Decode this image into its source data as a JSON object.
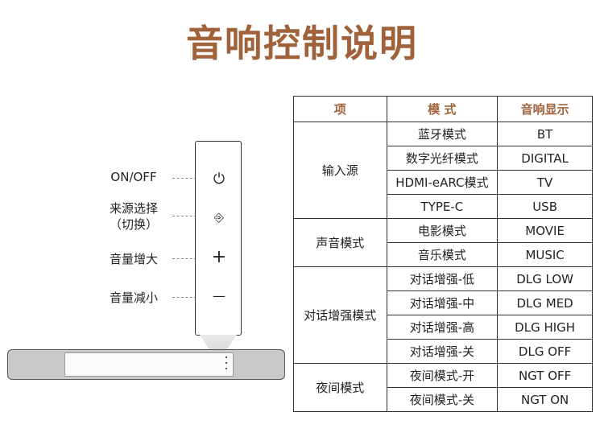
{
  "title": "音响控制说明",
  "colors": {
    "accent": "#a0623a"
  },
  "remote": {
    "buttons": [
      {
        "label": "ON/OFF",
        "icon": "power-icon",
        "glyph": "⏻"
      },
      {
        "label_line1": "来源选择",
        "label_line2": "（切换）",
        "icon": "source-icon",
        "glyph": "⎆"
      },
      {
        "label": "音量增大",
        "icon": "plus-icon",
        "glyph": "+"
      },
      {
        "label": "音量减小",
        "icon": "minus-icon",
        "glyph": "—"
      }
    ]
  },
  "table": {
    "headers": [
      "项",
      "模 式",
      "音响显示"
    ],
    "groups": [
      {
        "item": "输入源",
        "rows": [
          [
            "蓝牙模式",
            "BT"
          ],
          [
            "数字光纤模式",
            "DIGITAL"
          ],
          [
            "HDMI-eARC模式",
            "TV"
          ],
          [
            "TYPE-C",
            "USB"
          ]
        ]
      },
      {
        "item": "声音模式",
        "rows": [
          [
            "电影模式",
            "MOVIE"
          ],
          [
            "音乐模式",
            "MUSIC"
          ]
        ]
      },
      {
        "item": "对话增强模式",
        "rows": [
          [
            "对话增强-低",
            "DLG LOW"
          ],
          [
            "对话增强-中",
            "DLG MED"
          ],
          [
            "对话增强-高",
            "DLG HIGH"
          ],
          [
            "对话增强-关",
            "DLG OFF"
          ]
        ]
      },
      {
        "item": "夜间模式",
        "rows": [
          [
            "夜间模式-开",
            "NGT OFF"
          ],
          [
            "夜间模式-关",
            "NGT ON"
          ]
        ]
      }
    ]
  }
}
